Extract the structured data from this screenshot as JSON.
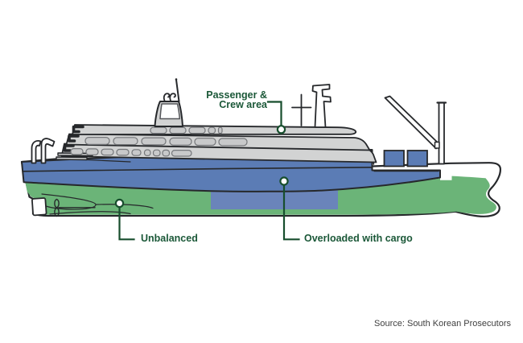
{
  "labels": {
    "passenger_crew": {
      "line1": "Passenger &",
      "line2": "Crew area"
    },
    "unbalanced": "Unbalanced",
    "overloaded": "Overloaded with cargo"
  },
  "source_text": "Source: South Korean Prosecutors",
  "colors": {
    "hull_green": "#6bb478",
    "cargo_blue": "#5b7cb5",
    "cargo_blue_light": "#6a84ba",
    "deck_gray": "#d2d3d3",
    "window_gray": "#c8c9ca",
    "outline_dark": "#26282b",
    "label_green": "#1b5838",
    "leader_green": "#174e2d",
    "source_text": "#3e3e3e"
  }
}
